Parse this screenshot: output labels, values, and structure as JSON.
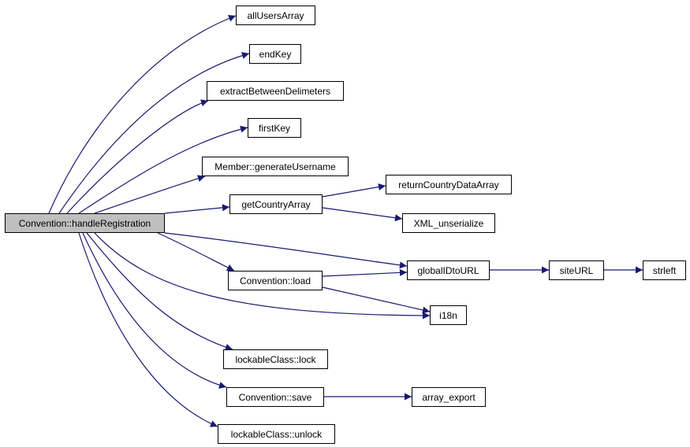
{
  "colors": {
    "edge": "#191970",
    "root_fill": "#bfbfbf",
    "node_fill": "#ffffff",
    "border": "#000000"
  },
  "nodes": {
    "root": "Convention::handleRegistration",
    "allUsersArray": "allUsersArray",
    "endKey": "endKey",
    "extractBetweenDelimeters": "extractBetweenDelimeters",
    "firstKey": "firstKey",
    "generateUsername": "Member::generateUsername",
    "getCountryArray": "getCountryArray",
    "returnCountryDataArray": "returnCountryDataArray",
    "XML_unserialize": "XML_unserialize",
    "globalIDtoURL": "globalIDtoURL",
    "siteURL": "siteURL",
    "strleft": "strleft",
    "load": "Convention::load",
    "i18n": "i18n",
    "lock": "lockableClass::lock",
    "save": "Convention::save",
    "array_export": "array_export",
    "unlock": "lockableClass::unlock"
  },
  "edges": [
    [
      "root",
      "allUsersArray"
    ],
    [
      "root",
      "endKey"
    ],
    [
      "root",
      "extractBetweenDelimeters"
    ],
    [
      "root",
      "firstKey"
    ],
    [
      "root",
      "generateUsername"
    ],
    [
      "root",
      "getCountryArray"
    ],
    [
      "root",
      "globalIDtoURL"
    ],
    [
      "root",
      "load"
    ],
    [
      "root",
      "i18n"
    ],
    [
      "root",
      "lock"
    ],
    [
      "root",
      "save"
    ],
    [
      "root",
      "unlock"
    ],
    [
      "getCountryArray",
      "returnCountryDataArray"
    ],
    [
      "getCountryArray",
      "XML_unserialize"
    ],
    [
      "load",
      "globalIDtoURL"
    ],
    [
      "load",
      "i18n"
    ],
    [
      "globalIDtoURL",
      "siteURL"
    ],
    [
      "siteURL",
      "strleft"
    ],
    [
      "save",
      "array_export"
    ]
  ]
}
